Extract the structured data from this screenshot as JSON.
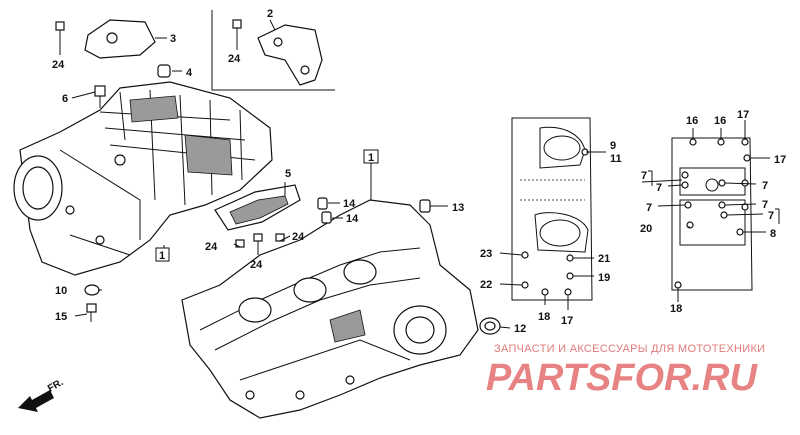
{
  "callouts": {
    "c1": "1",
    "c2": "2",
    "c3": "3",
    "c4": "4",
    "c5": "5",
    "c6": "6",
    "c7a": "7",
    "c7b": "7",
    "c7c": "7",
    "c7d": "7",
    "c7e": "7",
    "c7f": "7",
    "c8": "8",
    "c9": "9",
    "c10": "10",
    "c11": "11",
    "c12": "12",
    "c13": "13",
    "c14a": "14",
    "c14b": "14",
    "c15": "15",
    "c16a": "16",
    "c16b": "16",
    "c17a": "17",
    "c17b": "17",
    "c17c": "17",
    "c18a": "18",
    "c18b": "18",
    "c19": "19",
    "c20": "20",
    "c21": "21",
    "c22": "22",
    "c23": "23",
    "c24a": "24",
    "c24b": "24",
    "c24c": "24",
    "c24d": "24",
    "c24e": "24"
  },
  "boxed_ref_a": "1",
  "boxed_ref_b": "1",
  "direction_label": "FR.",
  "watermark": {
    "caption": "ЗАПЧАСТИ И АКСЕССУАРЫ ДЛЯ МОТОТЕХНИКИ",
    "brand": "PARTSFOR.RU"
  }
}
